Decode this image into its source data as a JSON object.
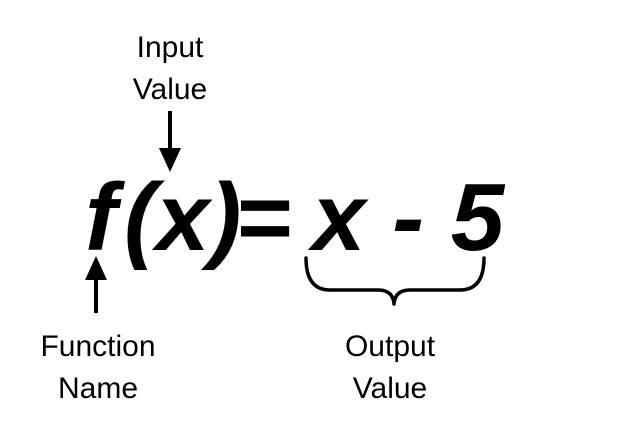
{
  "equation": {
    "function_name": "f",
    "input_part": "(x)",
    "equals": "=",
    "output_expression": "x - 5"
  },
  "labels": {
    "input_value": [
      "Input",
      "Value"
    ],
    "function_name": [
      "Function",
      "Name"
    ],
    "output_value": [
      "Output",
      "Value"
    ]
  }
}
